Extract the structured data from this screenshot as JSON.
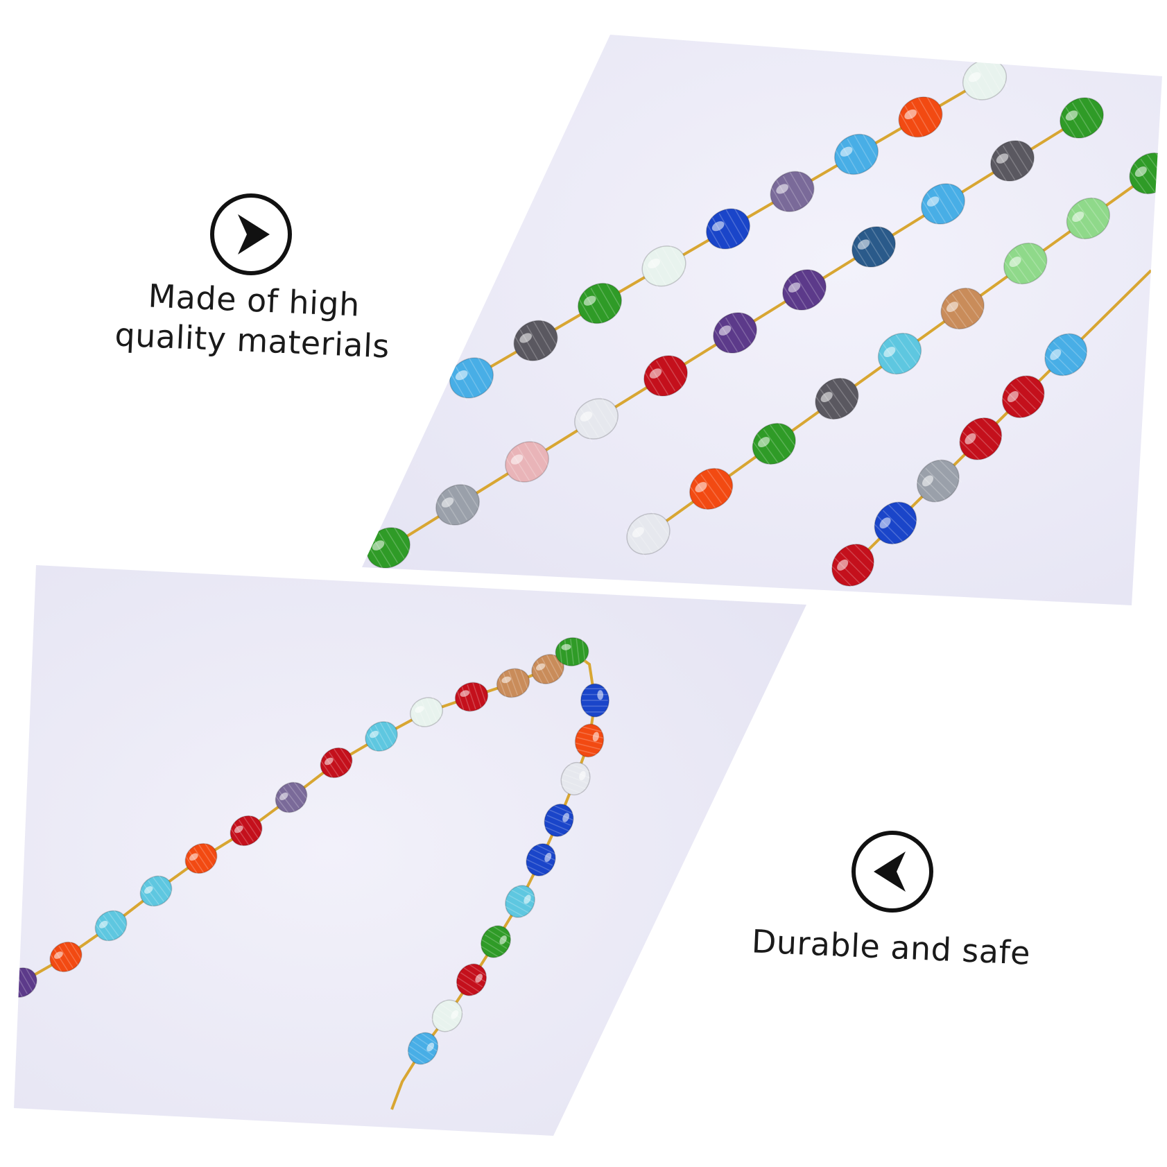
{
  "features": [
    {
      "text": "Made of high quality materials",
      "icon": "chevron-right-icon"
    },
    {
      "text": "Durable and safe",
      "icon": "chevron-left-icon"
    }
  ],
  "photos": [
    {
      "subject": "four rows of faceted crystal beads on gold wire chain"
    },
    {
      "subject": "loop of colorful faceted crystal bead chain"
    }
  ],
  "colors": {
    "background": "#ffffff",
    "photo_background": "#e9e8f6",
    "chain_gold": "#d8a632",
    "text": "#1a1a1a"
  }
}
